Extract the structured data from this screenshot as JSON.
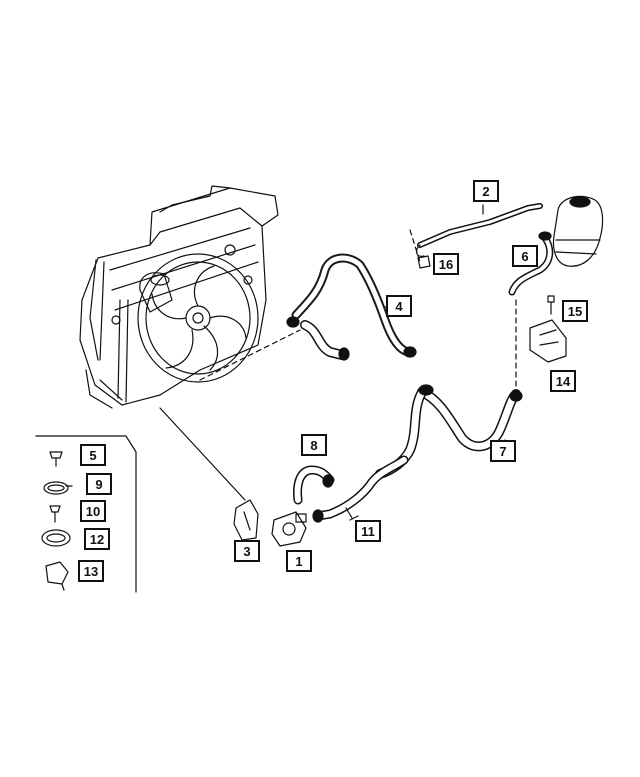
{
  "callouts": {
    "c1": "1",
    "c2": "2",
    "c3": "3",
    "c4": "4",
    "c5": "5",
    "c6": "6",
    "c7": "7",
    "c8": "8",
    "c9": "9",
    "c10": "10",
    "c11": "11",
    "c12": "12",
    "c13": "13",
    "c14": "14",
    "c15": "15",
    "c16": "16"
  },
  "colors": {
    "line": "#111111",
    "background": "#ffffff",
    "hose": "#1a1a1a"
  }
}
